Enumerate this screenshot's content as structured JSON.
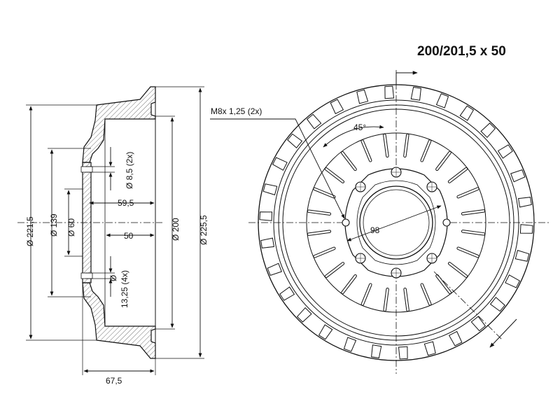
{
  "title": "200/201,5 x 50",
  "dimensions": {
    "d_221_5": "Ø 221,5",
    "d_139": "Ø 139",
    "d_60": "Ø 60",
    "hole_8_5": "Ø 8,5 (2x)",
    "d_200": "Ø 200",
    "d_225_5": "Ø 225,5",
    "len_59_5": "59,5",
    "len_50": "50",
    "hole_13_25_dia": "Ø",
    "hole_13_25": "13,25 (4x)",
    "len_67_5": "67,5",
    "thread": "M8x 1,25 (2x)",
    "angle_45": "45°",
    "r_98": "98"
  }
}
